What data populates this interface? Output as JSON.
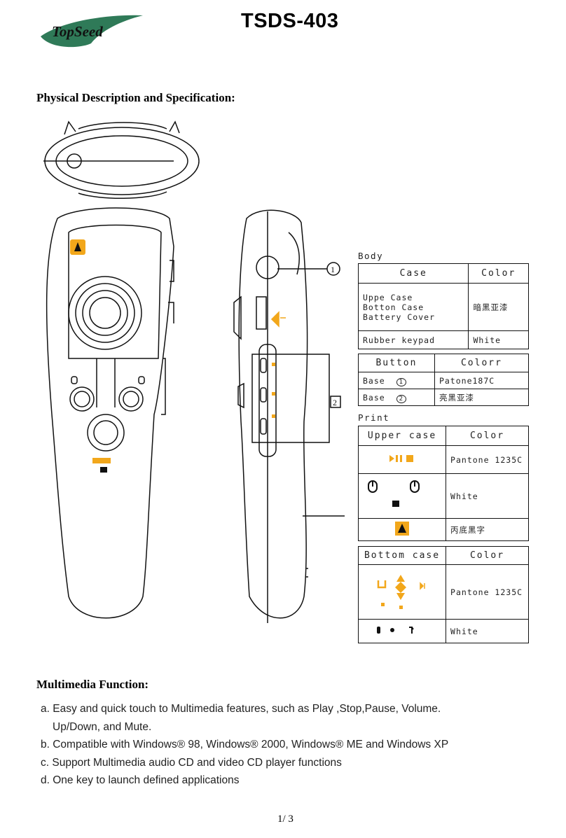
{
  "header": {
    "logo_text": "TopSeed",
    "title": "TSDS-403"
  },
  "sections": {
    "physical": "Physical Description and Specification:",
    "multimedia": "Multimedia Function:"
  },
  "callouts": [
    "1",
    "2"
  ],
  "body_table": {
    "group": "Body",
    "headers": [
      "Case",
      "Color"
    ],
    "rows": [
      {
        "parts": [
          "Uppe Case",
          "Botton Case",
          "Battery Cover"
        ],
        "color": "暗黑亚漆"
      },
      {
        "parts": [
          "Rubber keypad"
        ],
        "color": "White"
      }
    ]
  },
  "button_table": {
    "headers": [
      "Button",
      "Colorr"
    ],
    "rows": [
      {
        "part": "Base",
        "num": "1",
        "color": "Patone187C"
      },
      {
        "part": "Base",
        "num": "2",
        "color": "亮黑亚漆"
      }
    ]
  },
  "print_upper": {
    "group": "Print",
    "headers": [
      "Upper case",
      "Color"
    ],
    "rows": [
      {
        "icon": "play-pause-stop-icons",
        "color": "Pantone 1235C"
      },
      {
        "icon": "mouse-buttons-icons",
        "color": "White"
      },
      {
        "icon": "warning-icon",
        "color": "丙底黑字"
      }
    ]
  },
  "print_bottom": {
    "headers": [
      "Bottom case",
      "Color"
    ],
    "rows": [
      {
        "icon": "orange-arrow-icons",
        "color": "Pantone 1235C"
      },
      {
        "icon": "black-side-icons",
        "color": "White"
      }
    ]
  },
  "features": [
    {
      "text": "a. Easy and quick touch to Multimedia features, such as Play ,Stop,Pause, Volume.",
      "cont": "Up/Down, and Mute."
    },
    {
      "text": "b. Compatible with Windows® 98, Windows® 2000, Windows® ME and Windows XP"
    },
    {
      "text": "c. Support Multimedia audio CD and video CD player functions"
    },
    {
      "text": "d. One key to launch defined applications"
    }
  ],
  "colors": {
    "logo_green": "#2f7a58",
    "accent_orange": "#f2a71b"
  },
  "footer": {
    "page": "1/ 3"
  }
}
